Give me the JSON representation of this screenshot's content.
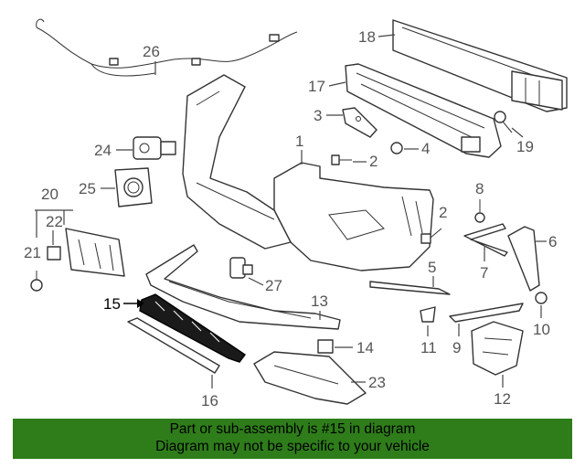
{
  "diagram": {
    "callouts": {
      "c1": "1",
      "c2a": "2",
      "c2b": "2",
      "c3": "3",
      "c4": "4",
      "c5": "5",
      "c6": "6",
      "c7": "7",
      "c8": "8",
      "c9": "9",
      "c10": "10",
      "c11": "11",
      "c12": "12",
      "c13": "13",
      "c14": "14",
      "c15": "15",
      "c16": "16",
      "c17": "17",
      "c18": "18",
      "c19": "19",
      "c20": "20",
      "c21": "21",
      "c22": "22",
      "c23": "23",
      "c24": "24",
      "c25": "25",
      "c26": "26",
      "c27": "27"
    },
    "highlighted_part": "15"
  },
  "banner": {
    "line1": "Part or sub-assembly is #15 in diagram",
    "line2": "Diagram may not be specific to your vehicle",
    "background": "#2e7d1a"
  }
}
